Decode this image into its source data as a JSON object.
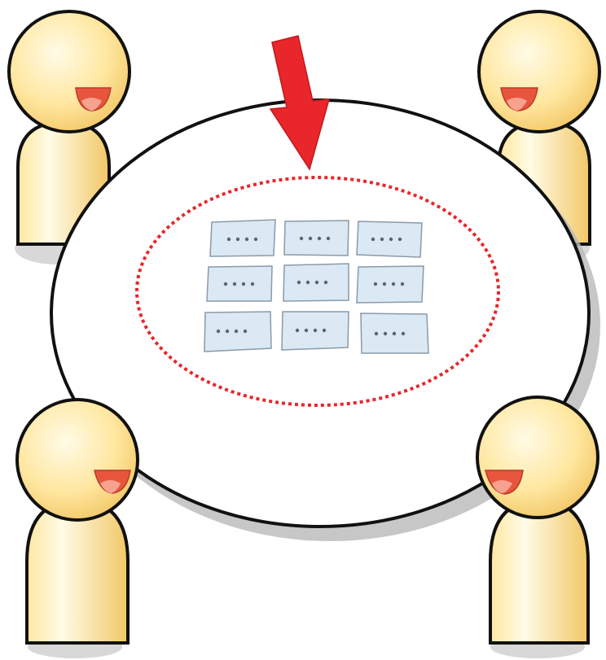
{
  "colors": {
    "background": "#ffffff",
    "outline": "#111111",
    "table_fill": "#ffffff",
    "shadow": "#b9b9b9",
    "person_fill_light": "#fffbe6",
    "person_fill_mid": "#ffe7a0",
    "person_fill_dark": "#f2c766",
    "mouth": "#e8553d",
    "tongue": "#f6a28f",
    "arrow": "#e8262b",
    "focus_ring": "#e8262b",
    "card_fill": "#dbe9f5",
    "card_stroke": "#8a9aa8",
    "card_dots": "#5a6570"
  },
  "icons": {
    "people": "person-icon",
    "arrow": "arrow-down-icon",
    "cards": "card-icon"
  },
  "scene": {
    "people_count": 4,
    "card_rows": 3,
    "card_columns": 3,
    "dots_per_card": 4
  }
}
